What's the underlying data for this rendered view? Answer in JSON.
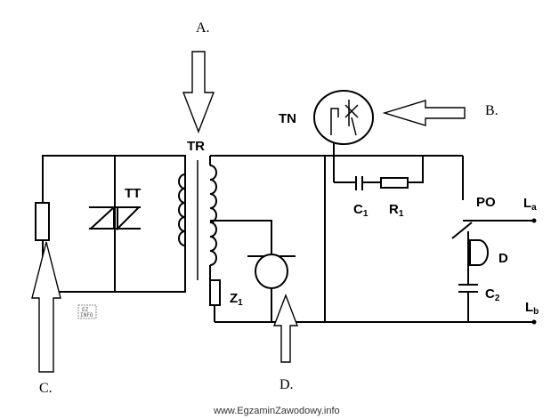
{
  "callouts": {
    "a": "A.",
    "b": "B.",
    "c": "C.",
    "d": "D."
  },
  "components": {
    "tt": "TT",
    "tr": "TR",
    "tn": "TN",
    "c1": "C",
    "c1_sub": "1",
    "r1": "R",
    "r1_sub": "1",
    "z1": "Z",
    "z1_sub": "1",
    "po": "PO",
    "d": "D",
    "c2": "C",
    "c2_sub": "2",
    "la": "L",
    "la_sub": "a",
    "lb": "L",
    "lb_sub": "b"
  },
  "watermark": "www.EgzaminZawodowy.info",
  "small_logo": {
    "line1": "EZ",
    "line2": "INFO"
  }
}
